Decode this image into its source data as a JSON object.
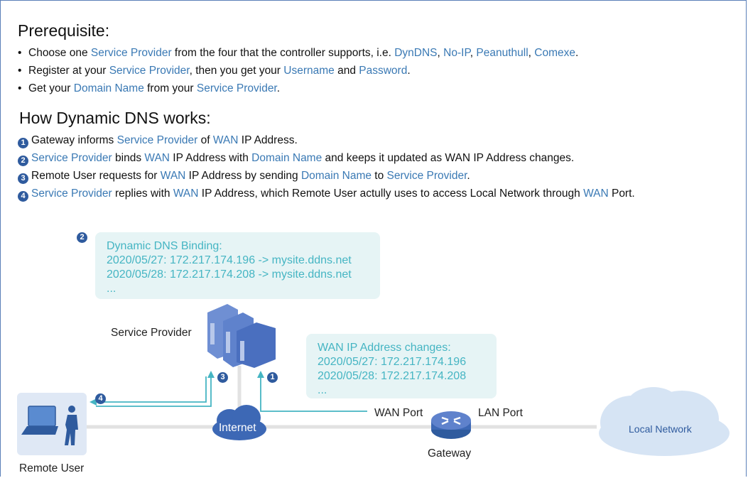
{
  "prereq": {
    "title": "Prerequisite:",
    "items": [
      [
        [
          "Choose one ",
          false
        ],
        [
          "Service Provider",
          true
        ],
        [
          " from the four that the controller supports, i.e. ",
          false
        ],
        [
          "DynDNS",
          true
        ],
        [
          ", ",
          false
        ],
        [
          "No-IP",
          true
        ],
        [
          ", ",
          false
        ],
        [
          "Peanuthull",
          true
        ],
        [
          ", ",
          false
        ],
        [
          "Comexe",
          true
        ],
        [
          ".",
          false
        ]
      ],
      [
        [
          "Register at your ",
          false
        ],
        [
          "Service Provider",
          true
        ],
        [
          ", then you get your ",
          false
        ],
        [
          "Username",
          true
        ],
        [
          " and ",
          false
        ],
        [
          "Password",
          true
        ],
        [
          ".",
          false
        ]
      ],
      [
        [
          "Get your ",
          false
        ],
        [
          "Domain Name",
          true
        ],
        [
          " from your ",
          false
        ],
        [
          "Service Provider",
          true
        ],
        [
          ".",
          false
        ]
      ]
    ]
  },
  "how": {
    "title": "How Dynamic DNS works:",
    "steps": [
      {
        "num": "1",
        "parts": [
          [
            "Gateway informs ",
            false
          ],
          [
            "Service Provider",
            true
          ],
          [
            " of ",
            false
          ],
          [
            "WAN",
            true
          ],
          [
            " IP Address.",
            false
          ]
        ]
      },
      {
        "num": "2",
        "parts": [
          [
            "Service Provider",
            true
          ],
          [
            " binds ",
            false
          ],
          [
            "WAN",
            true
          ],
          [
            " IP Address with ",
            false
          ],
          [
            "Domain Name",
            true
          ],
          [
            " and keeps it updated as WAN IP Address changes.",
            false
          ]
        ]
      },
      {
        "num": "3",
        "parts": [
          [
            "Remote User requests for ",
            false
          ],
          [
            "WAN",
            true
          ],
          [
            " IP Address by sending ",
            false
          ],
          [
            "Domain Name",
            true
          ],
          [
            " to ",
            false
          ],
          [
            "Service Provider",
            true
          ],
          [
            ".",
            false
          ]
        ]
      },
      {
        "num": "4",
        "parts": [
          [
            "Service Provider",
            true
          ],
          [
            " replies with ",
            false
          ],
          [
            "WAN",
            true
          ],
          [
            " IP Address, which Remote User actully uses to access Local Network through ",
            false
          ],
          [
            "WAN",
            true
          ],
          [
            " Port.",
            false
          ]
        ]
      }
    ]
  },
  "diagram": {
    "binding_box": {
      "marker": "2",
      "lines": [
        "Dynamic DNS Binding:",
        "2020/05/27: 172.217.174.196 -> mysite.ddns.net",
        "2020/05/28: 172.217.174.208 -> mysite.ddns.net",
        "..."
      ]
    },
    "wan_box": {
      "lines": [
        "WAN IP Address changes:",
        "2020/05/27: 172.217.174.196",
        "2020/05/28: 172.217.174.208",
        "..."
      ]
    },
    "labels": {
      "service_provider": "Service Provider",
      "remote_user": "Remote User",
      "internet": "Internet",
      "wan_port": "WAN Port",
      "lan_port": "LAN Port",
      "gateway": "Gateway",
      "local_network": "Local Network"
    },
    "markers": {
      "m1": "1",
      "m3": "3",
      "m4": "4"
    }
  },
  "colors": {
    "accent_text": "#3a79b4",
    "teal": "#45b5c3",
    "marker": "#2f5b9e",
    "box_bg": "#e6f4f5"
  }
}
